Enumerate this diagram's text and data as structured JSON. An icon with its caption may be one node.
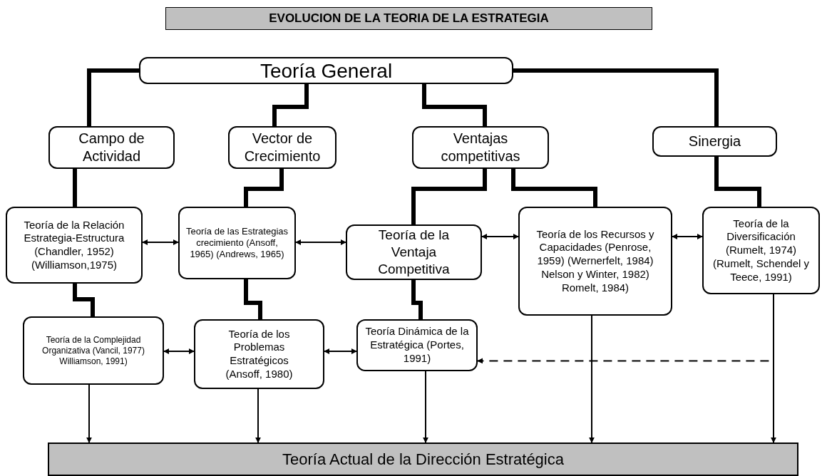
{
  "diagram": {
    "title": "EVOLUCION DE LA TEORIA DE LA ESTRATEGIA",
    "nodes": [
      {
        "text": [
          "Teoría General"
        ]
      },
      {
        "text": [
          "Campo de Actividad"
        ]
      },
      {
        "text": [
          "Vector de Crecimiento"
        ]
      },
      {
        "text": [
          "Ventajas competitivas"
        ]
      },
      {
        "text": [
          "Sinergia"
        ]
      },
      {
        "text": [
          "Teoría de la Relación Estrategia-Estructura (Chandler, 1952) (Williamson,1975)"
        ]
      },
      {
        "text": [
          "Teoría de las Estrategias crecimiento (Ansoff, 1965) (Andrews, 1965)"
        ]
      },
      {
        "text": [
          "Teoría de la Ventaja Competitiva"
        ]
      },
      {
        "text": [
          "Teoría de los Recursos y Capacidades (Penrose, 1959) (Wernerfelt, 1984) Nelson y Winter, 1982) Romelt, 1984)"
        ]
      },
      {
        "text": [
          "Teoría de la Diversificación (Rumelt, 1974) (Rumelt, Schendel y Teece, 1991)"
        ]
      },
      {
        "text": [
          "Teoría de la Complejidad Organizativa (Vancil, 1977) Williamson, 1991)"
        ]
      },
      {
        "text": [
          "Teoría de los Problemas Estratégicos (Ansoff, 1980)"
        ]
      },
      {
        "text": [
          "Teoría Dinámica de la Estratégica (Portes, 1991)"
        ]
      },
      {
        "text": [
          "Teoría Actual de la Dirección Estratégica"
        ]
      }
    ],
    "edges": [
      {
        "from": 0,
        "to": 1,
        "arrow": "none",
        "style": "thick"
      },
      {
        "from": 0,
        "to": 2,
        "arrow": "none",
        "style": "thick"
      },
      {
        "from": 0,
        "to": 3,
        "arrow": "none",
        "style": "thick"
      },
      {
        "from": 0,
        "to": 4,
        "arrow": "none",
        "style": "thick"
      },
      {
        "from": 1,
        "to": 5,
        "arrow": "none",
        "style": "thick"
      },
      {
        "from": 2,
        "to": 6,
        "arrow": "none",
        "style": "thick"
      },
      {
        "from": 3,
        "to": 7,
        "arrow": "none",
        "style": "thick"
      },
      {
        "from": 3,
        "to": 8,
        "arrow": "none",
        "style": "thick"
      },
      {
        "from": 4,
        "to": 9,
        "arrow": "none",
        "style": "thick"
      },
      {
        "from": 5,
        "to": 10,
        "arrow": "none",
        "style": "thick"
      },
      {
        "from": 6,
        "to": 11,
        "arrow": "none",
        "style": "thick"
      },
      {
        "from": 7,
        "to": 12,
        "arrow": "none",
        "style": "thick"
      },
      {
        "from": 5,
        "to": 6,
        "arrow": "both"
      },
      {
        "from": 6,
        "to": 7,
        "arrow": "both"
      },
      {
        "from": 7,
        "to": 8,
        "arrow": "both"
      },
      {
        "from": 8,
        "to": 9,
        "arrow": "both"
      },
      {
        "from": 10,
        "to": 11,
        "arrow": "both"
      },
      {
        "from": 11,
        "to": 12,
        "arrow": "both"
      },
      {
        "from": 9,
        "to": 12,
        "arrow": "to",
        "style": "dashed"
      },
      {
        "from": 10,
        "to": 13,
        "arrow": "to"
      },
      {
        "from": 11,
        "to": 13,
        "arrow": "to"
      },
      {
        "from": 12,
        "to": 13,
        "arrow": "to"
      },
      {
        "from": 8,
        "to": 13,
        "arrow": "to"
      },
      {
        "from": 9,
        "to": 13,
        "arrow": "to"
      }
    ]
  }
}
